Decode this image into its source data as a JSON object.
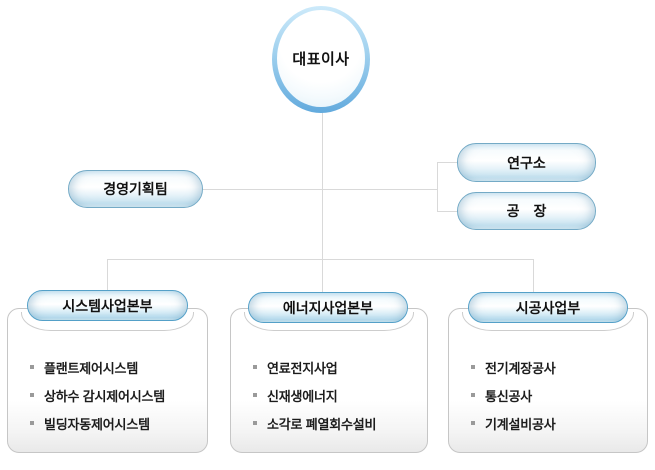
{
  "nodes": {
    "ceo": "대표이사",
    "planning": "경영기획팀",
    "research": "연구소",
    "factory": "공　장"
  },
  "divisions": [
    {
      "title": "시스템사업본부",
      "items": [
        "플랜트제어시스템",
        "상하수 감시제어시스템",
        "빌딩자동제어시스템"
      ]
    },
    {
      "title": "에너지사업본부",
      "items": [
        "연료전지사업",
        "신재생에너지",
        "소각로 폐열회수설비"
      ]
    },
    {
      "title": "시공사업부",
      "items": [
        "전기계장공사",
        "통신공사",
        "기계설비공사"
      ]
    }
  ],
  "colors": {
    "accent_blue": "#5fa8dc",
    "pill_border": "#74aac6",
    "dept_pill_border": "#54a0c8",
    "connector_line": "#d9d9d9",
    "panel_border": "#c6c6c6",
    "bullet_gray": "#9a9a9a"
  }
}
